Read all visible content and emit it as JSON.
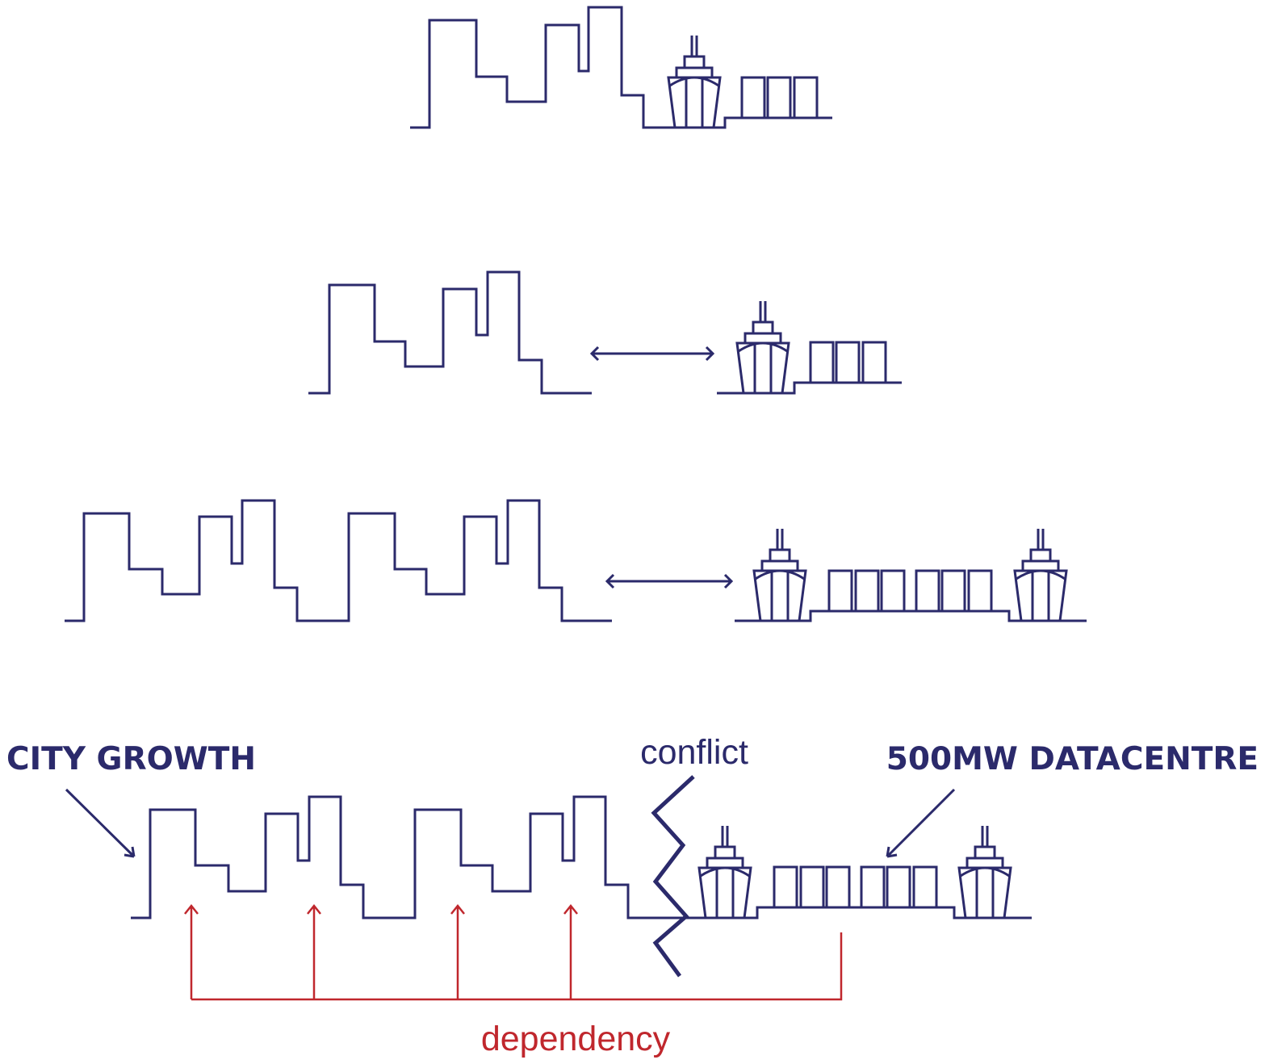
{
  "colors": {
    "ink": "#2b2a6b",
    "accent": "#c0272d",
    "background": "#ffffff"
  },
  "labels": {
    "city_growth": "CITY GROWTH",
    "datacentre": "500MW DATACENTRE",
    "conflict": "conflict",
    "dependency": "dependency"
  },
  "stages": [
    {
      "buildings": 1,
      "container_blocks": 3,
      "ships": 1,
      "separation": "none"
    },
    {
      "buildings": 1,
      "container_blocks": 3,
      "ships": 1,
      "separation": "distance"
    },
    {
      "buildings": 2,
      "container_blocks": 6,
      "ships": 2,
      "separation": "distance"
    },
    {
      "buildings": 2,
      "container_blocks": 6,
      "ships": 2,
      "separation": "conflict"
    }
  ]
}
